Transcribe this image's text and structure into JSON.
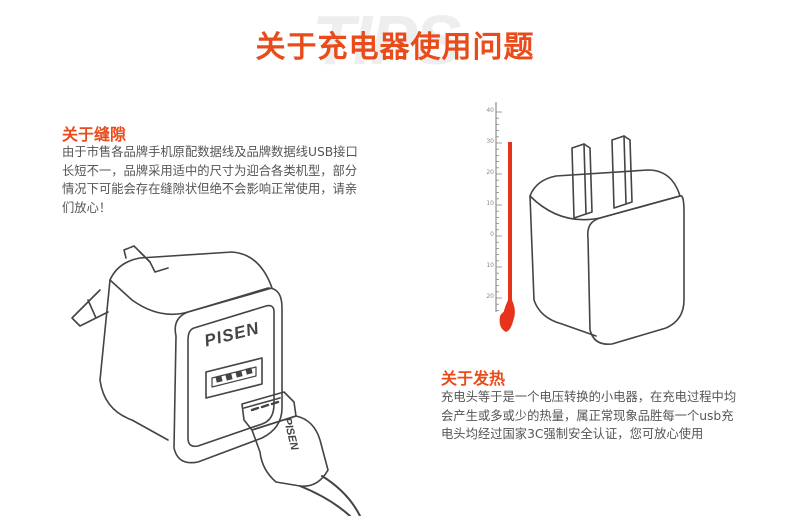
{
  "header": {
    "watermark": "TIPS",
    "title": "关于充电器使用问题"
  },
  "gap_section": {
    "heading": "关于缝隙",
    "lines": [
      "由于市售各品牌手机原配数据线及品牌数据线USB接口",
      "长短不一，品牌采用适中的尺寸为迎合各类机型，部分",
      "情况下可能会存在缝隙状但绝不会影响正常使用，请亲",
      "们放心！"
    ]
  },
  "heat_section": {
    "heading": "关于发热",
    "lines": [
      "充电头等于是一个电压转换的小电器，在充电过程中均",
      "会产生或多或少的热量，属正常现象品胜每一个usb充",
      "电头均经过国家3C强制安全认证，您可放心使用"
    ]
  },
  "charger_illustration": {
    "brand_logo": "PISEN",
    "cable_label": "PISEN"
  },
  "thermometer": {
    "ticks": [
      "40",
      "30",
      "20",
      "10",
      "0",
      "10",
      "20"
    ],
    "level_color": "#e8331c"
  },
  "colors": {
    "accent": "#ea4b1a",
    "body_text": "#555555"
  }
}
